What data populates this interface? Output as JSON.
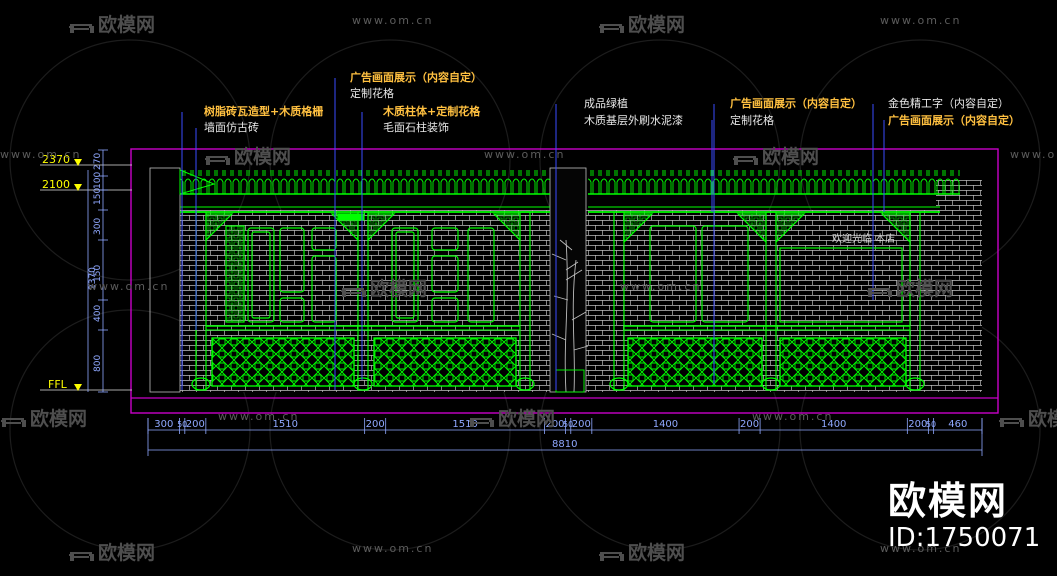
{
  "brand": {
    "name": "欧模网",
    "id_text": "ID:1750071"
  },
  "watermarks": {
    "cn": "欧模网",
    "url": "www.om.cn",
    "url_short": "www.om.cn"
  },
  "callouts": {
    "left_top": "树脂砖瓦造型+木质格栅",
    "left_bottom": "墙面仿古砖",
    "mid_top_1": "广告画面展示（内容自定）",
    "mid_top_2": "定制花格",
    "mid_low_1": "木质柱体+定制花格",
    "mid_low_2": "毛面石柱装饰",
    "center_1": "成品绿植",
    "center_2": "木质基层外刷水泥漆",
    "right_mid_1": "广告画面展示（内容自定）",
    "right_mid_2": "定制花格",
    "right_1": "金色精工字（内容自定）",
    "right_2": "广告画面展示（内容自定）"
  },
  "levels": {
    "l1": "2370",
    "l2": "2100",
    "ffl": "FFL"
  },
  "vertical_dims": [
    "2370",
    "270",
    "100",
    "150",
    "300",
    "150",
    "400",
    "800"
  ],
  "vertical_total": "2370",
  "horizontal_dims": [
    "300",
    "50",
    "200",
    "1510",
    "200",
    "1510",
    "200",
    "50",
    "200",
    "1400",
    "200",
    "1400",
    "200",
    "50",
    "460"
  ],
  "horizontal_total": "8810",
  "sign_text": "欢迎光临  本店",
  "colors": {
    "background": "#000000",
    "frame": "#c800c8",
    "structure": "#00ff00",
    "wall": "#d0d0d0",
    "callout_yellow": "#ffc040",
    "callout_white": "#e8e8e8",
    "dim_blue": "#8fa8ff",
    "leader_blue": "#3a4cff",
    "level_yellow": "#ffff00"
  }
}
